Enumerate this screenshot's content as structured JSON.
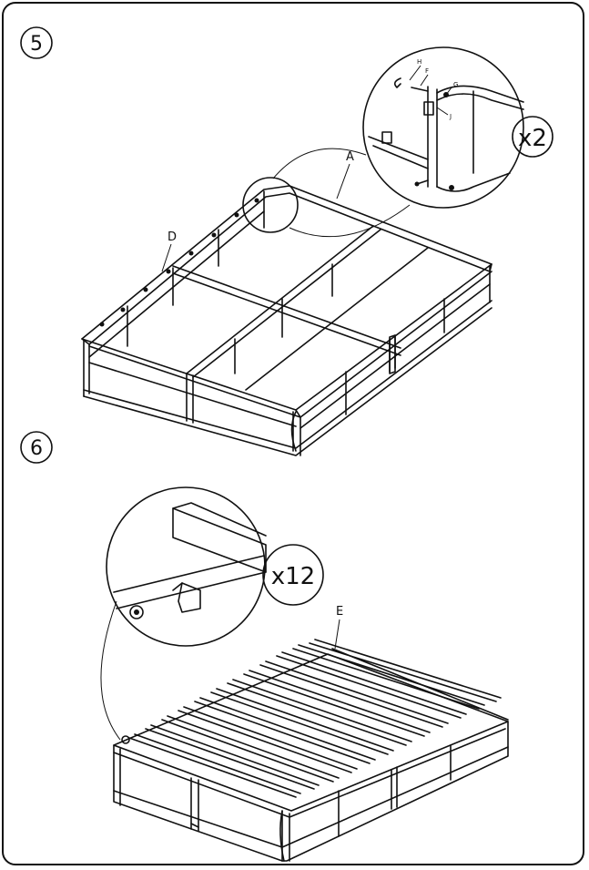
{
  "steps": [
    {
      "number": "5",
      "parts": {
        "a": "A",
        "d": "D"
      },
      "detail": {
        "multiplier": "x2",
        "parts": [
          "H",
          "F",
          "G",
          "J"
        ]
      }
    },
    {
      "number": "6",
      "parts": {
        "e": "E"
      },
      "detail": {
        "multiplier": "x12"
      }
    }
  ]
}
